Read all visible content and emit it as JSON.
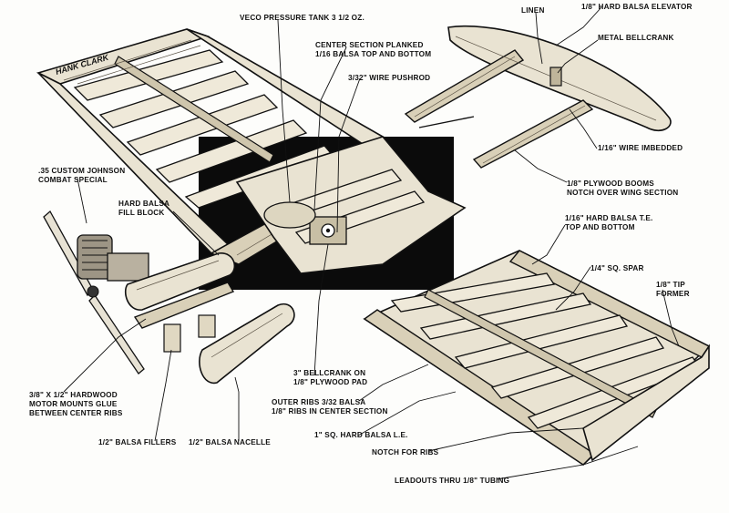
{
  "signature": "HANK CLARK",
  "labels": {
    "pressure_tank": "VECO PRESSURE TANK 3 1/2 OZ.",
    "center_section_1": "CENTER SECTION PLANKED",
    "center_section_2": "1/16 BALSA TOP AND BOTTOM",
    "pushrod": "3/32\" WIRE PUSHROD",
    "linen": "LINEN",
    "elevator": "1/8\" HARD BALSA ELEVATOR",
    "bellcrank_metal": "METAL BELLCRANK",
    "wire_imbedded": "1/16\" WIRE IMBEDDED",
    "booms_1": "1/8\" PLYWOOD BOOMS",
    "booms_2": "NOTCH OVER WING SECTION",
    "engine_1": ".35 CUSTOM JOHNSON",
    "engine_2": "COMBAT SPECIAL",
    "fill_block_1": "HARD BALSA",
    "fill_block_2": "FILL BLOCK",
    "te_1": "1/16\" HARD BALSA T.E.",
    "te_2": "TOP AND BOTTOM",
    "spar": "1/4\" SQ. SPAR",
    "tip_former_1": "1/8\" TIP",
    "tip_former_2": "FORMER",
    "bellcrank_1": "3\" BELLCRANK ON",
    "bellcrank_2": "1/8\" PLYWOOD PAD",
    "mounts_1": "3/8\" X 1/2\" HARDWOOD",
    "mounts_2": "MOTOR MOUNTS GLUE",
    "mounts_3": "BETWEEN CENTER RIBS",
    "ribs_1": "OUTER RIBS 3/32 BALSA",
    "ribs_2": "1/8\" RIBS IN CENTER SECTION",
    "le": "1\" SQ. HARD BALSA L.E.",
    "fillers": "1/2\" BALSA FILLERS",
    "nacelle": "1/2\" BALSA NACELLE",
    "notch_ribs": "NOTCH FOR RIBS",
    "leadouts": "LEADOUTS THRU 1/8\" TUBING"
  }
}
